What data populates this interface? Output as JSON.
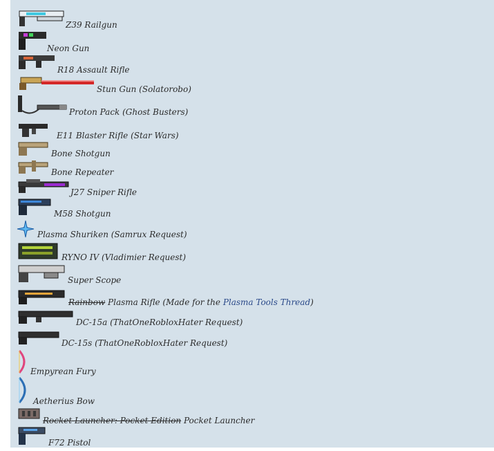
{
  "items": [
    {
      "name": "Z39 Railgun",
      "icon": "railgun-icon"
    },
    {
      "name": "Neon Gun",
      "icon": "neon-gun-icon"
    },
    {
      "name": "R18 Assault Rifle",
      "icon": "assault-rifle-icon"
    },
    {
      "name": "Stun Gun (Solatorobo)",
      "icon": "stun-gun-icon"
    },
    {
      "name": "Proton Pack (Ghost Busters)",
      "icon": "proton-pack-icon"
    },
    {
      "name": "E11 Blaster Rifle (Star Wars)",
      "icon": "blaster-rifle-icon"
    },
    {
      "name": "Bone Shotgun",
      "icon": "bone-shotgun-icon"
    },
    {
      "name": "Bone Repeater",
      "icon": "bone-repeater-icon"
    },
    {
      "name": "J27 Sniper Rifle",
      "icon": "sniper-rifle-icon"
    },
    {
      "name": "M58 Shotgun",
      "icon": "shotgun-icon"
    },
    {
      "name": "Plasma Shuriken (Samrux Request)",
      "icon": "shuriken-icon"
    },
    {
      "name": "RYNO IV (Vladimier Request)",
      "icon": "ryno-launcher-icon"
    },
    {
      "name": "Super Scope",
      "icon": "super-scope-icon"
    },
    {
      "name": "",
      "icon": "plasma-rifle-icon",
      "strike": "Rainbow",
      "rest": " Plasma Rifle (Made for the ",
      "link": "Plasma Tools Thread",
      "tail": ")"
    },
    {
      "name": "DC-15a (ThatOneRobloxHater Request)",
      "icon": "dc15a-icon"
    },
    {
      "name": "DC-15s (ThatOneRobloxHater Request)",
      "icon": "dc15s-icon"
    },
    {
      "name": "Empyrean Fury",
      "icon": "empyrean-bow-icon"
    },
    {
      "name": "Aetherius Bow",
      "icon": "aetherius-bow-icon"
    },
    {
      "name": "",
      "icon": "rocket-launcher-icon",
      "strike": "Rocket Launcher: Pocket Edition",
      "rest": " Pocket Launcher"
    },
    {
      "name": "F72 Pistol",
      "icon": "pistol-icon"
    }
  ]
}
